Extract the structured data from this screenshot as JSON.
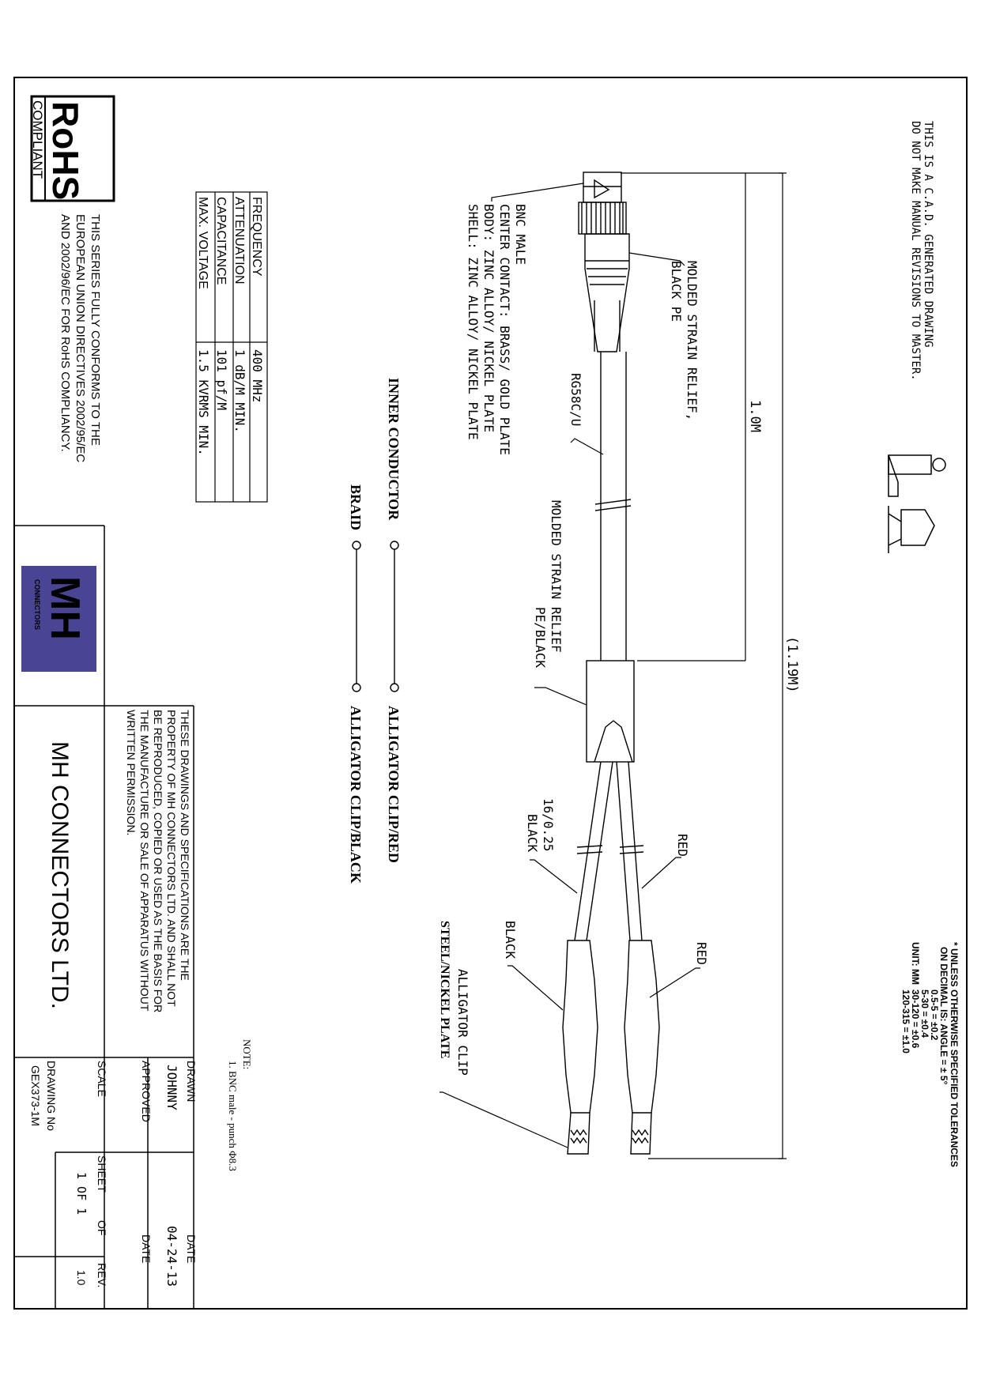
{
  "notice": {
    "line1": "THIS IS A C.A.D. GENERATED DRAWING",
    "line2": "DO NOT MAKE MANUAL REVISIONS TO MASTER."
  },
  "tolerances": {
    "title1": "* UNLESS OTHERWISE SPECIFIED TOLERANCES",
    "title2": "ON DECIMAL IS: ANGLE = ± 5°",
    "rows": [
      "0.5-5 = ±0.2",
      "5-30 = ±0.4",
      "30-120 = ±0.6",
      "120-315 = ±1.0"
    ],
    "unit": "UNIT: MM"
  },
  "dimensions": {
    "overall": "(1.19M)",
    "cable": "1.0M"
  },
  "callouts": {
    "bnc_strain_relief_1": "MOLDED STRAIN RELIEF,",
    "bnc_strain_relief_2": "BLACK PE",
    "cable": "RG58C/U",
    "split_strain_relief_1": "MOLDED STRAIN RELIEF",
    "split_strain_relief_2": "PE/BLACK",
    "wire_red": "RED",
    "wire_black_1": "16/0.25",
    "wire_black_2": "BLACK",
    "clip_red": "RED",
    "clip_black": "BLACK",
    "clip_1": "ALLIGATOR CLIP",
    "clip_2": "STEEL/NICKEL PLATE"
  },
  "bnc": {
    "line1": "BNC MALE",
    "line2": "CENTER CONTACT: BRASS/ GOLD PLATE",
    "line3": "BODY: ZINC ALLOY/ NICKEL PLATE",
    "line4": "SHELL: ZINC ALLOY/ NICKEL PLATE"
  },
  "wiring": {
    "inner_conductor": "INNER CONDUCTOR",
    "alligator_red": "ALLIGATOR CLIP/RED",
    "braid": "BRAID",
    "alligator_black": "ALLIGATOR CLIP/BLACK"
  },
  "specs": [
    {
      "label": "FREQUENCY",
      "value": "400 MHz"
    },
    {
      "label": "ATTENUATION",
      "value": "1 dB/M MIN."
    },
    {
      "label": "CAPACITANCE",
      "value": "101 pf/M"
    },
    {
      "label": "MAX. VOLTAGE",
      "value": "1.5 KVRMS MIN."
    }
  ],
  "rohs": {
    "logo_text": "RoHS",
    "logo_sub": "COMPLIANT",
    "line1": "THIS SERIES FULLY CONFORMS TO THE",
    "line2": "EUROPEAN UNION DIRECTIVES 2002/95/EC",
    "line3": "AND 2002/96/EC FOR RoHS COMPLIANCY."
  },
  "brand": {
    "logo_mh": "MH",
    "logo_sub": "CONNECTORS",
    "company": "MH CONNECTORS LTD.",
    "logo_bg": "#4a4494",
    "logo_fg": "#f2c81e"
  },
  "property": {
    "line1": "THESE DRAWINGS AND SPECIFICATIONS ARE THE",
    "line2": "PROPERTY OF MH CONNECTORS LTD. AND SHALL NOT",
    "line3": "BE REPRODUCED, COPIED OR USED AS THE BASIS FOR",
    "line4": "THE MANUFACTURE OR SALE OF APPARATUS WITHOUT",
    "line5": "WRITTEN PERMISSION."
  },
  "note": {
    "title": "NOTE:",
    "item1": "1.  BNC male - punch Φ8.3"
  },
  "title_block": {
    "drawn_label": "DRAWN",
    "drawn_value": "JOHNNY",
    "date_label": "DATE",
    "date_value": "04-24-13",
    "approved_label": "APPROVED",
    "approved_date_label": "DATE",
    "scale_label": "SCALE",
    "sheet_label": "SHEET",
    "of_label": "OF",
    "sheet_value": "1  OF  1",
    "rev_label": "REV.",
    "rev_value": "1.0",
    "drawing_no_label": "DRAWING No",
    "drawing_no_value": "GEX373-1M"
  }
}
